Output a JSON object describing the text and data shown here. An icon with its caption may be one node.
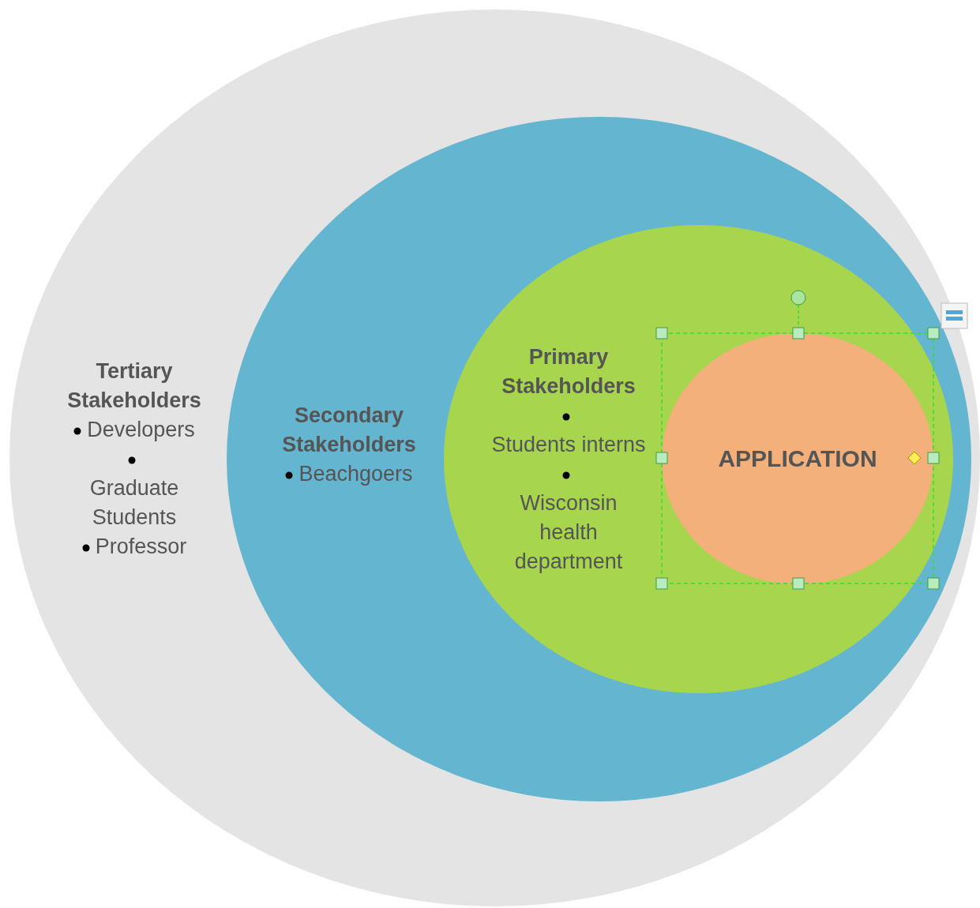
{
  "diagram": {
    "nodes": [
      {
        "text": [
          "Tertiary Stakeholders",
          "Developers",
          "Graduate Students",
          "Professor"
        ]
      },
      {
        "text": [
          "Secondary Stakeholders",
          "Beachgoers"
        ],
        "in": 0
      },
      {
        "text": [
          "Primary Stakeholders",
          "Students interns",
          "Wisconsin health department"
        ],
        "in": 1
      },
      {
        "text": [
          "APPLICATION"
        ],
        "in": 2
      }
    ]
  }
}
